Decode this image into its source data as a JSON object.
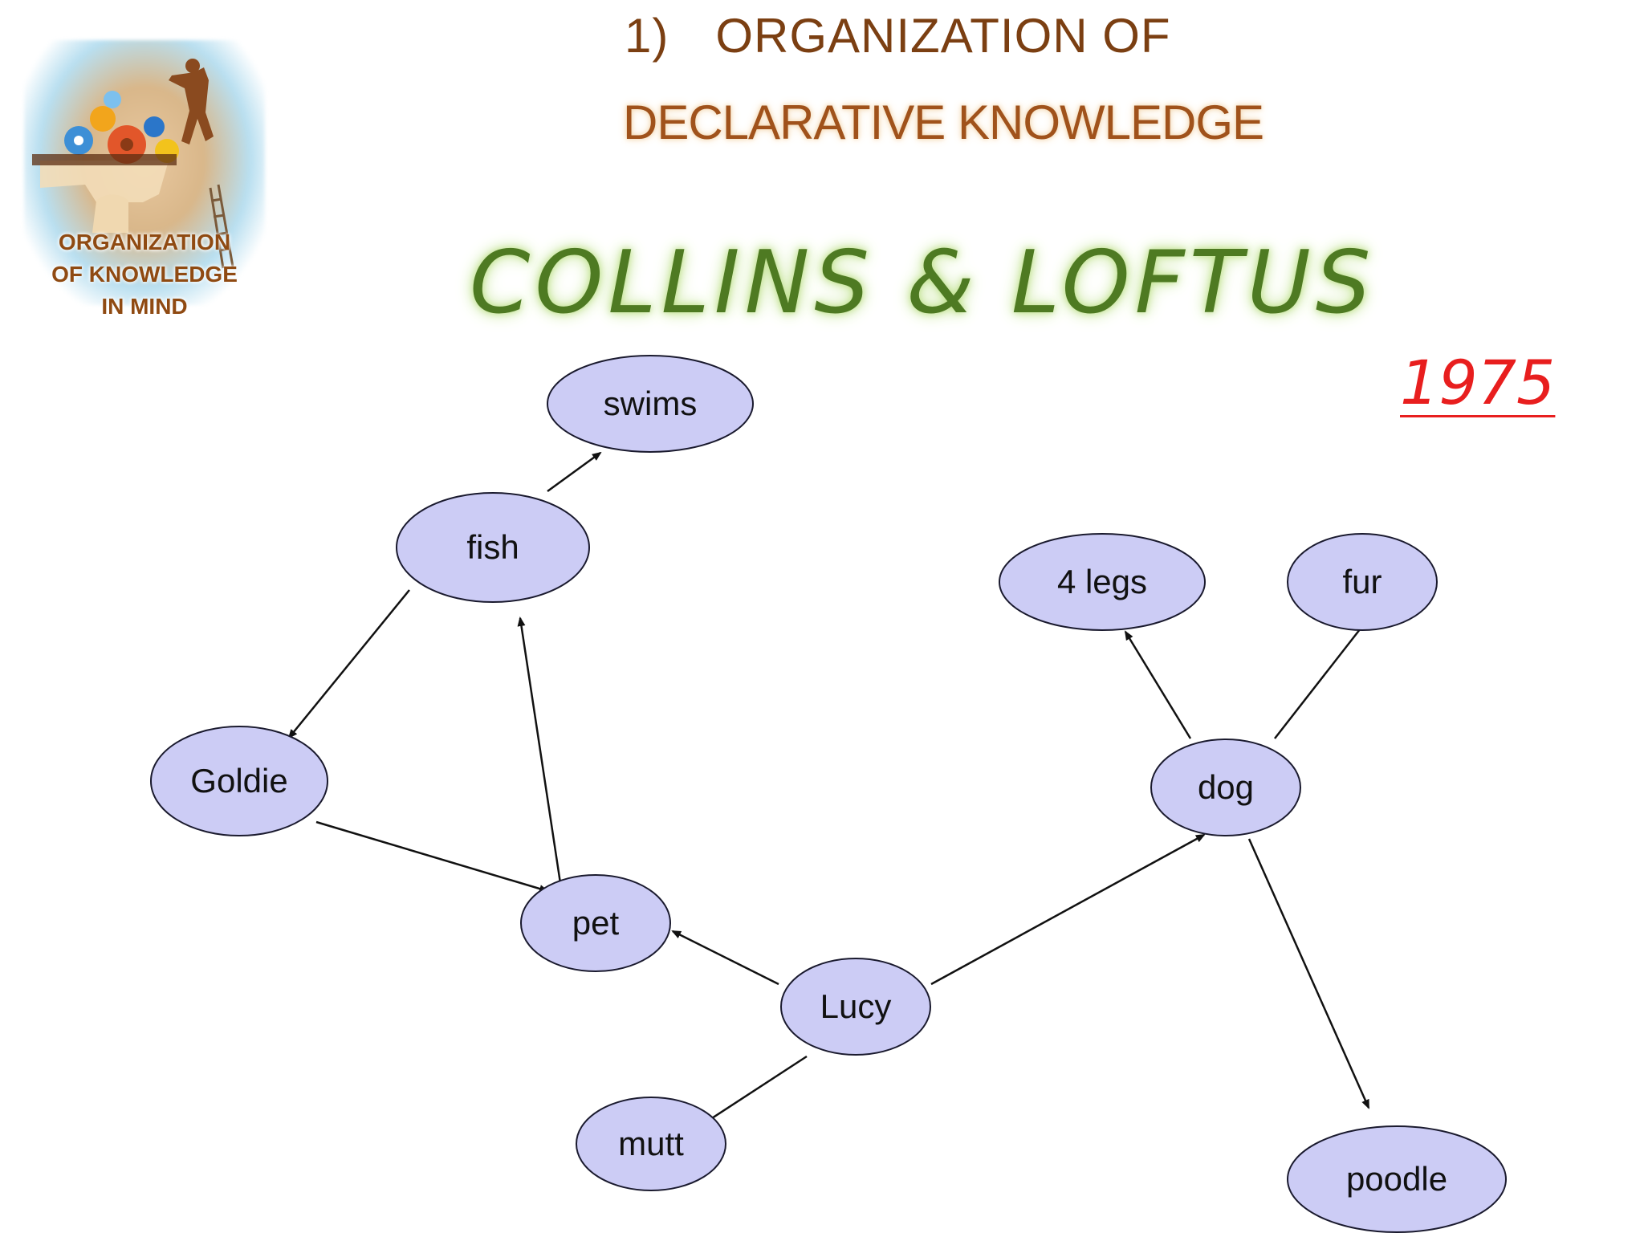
{
  "logo": {
    "lines": [
      "ORGANIZATION",
      "OF KNOWLEDGE",
      "IN MIND"
    ]
  },
  "header": {
    "number": "1)",
    "title_line1": "ORGANIZATION OF",
    "title_line2": "DECLARATIVE KNOWLEDGE"
  },
  "model_name": "COLLINS & LOFTUS",
  "year": "1975",
  "colors": {
    "node_fill": "#ccccf5",
    "node_stroke": "#1a1a2e",
    "edge": "#111111",
    "title_brown": "#7b3f12",
    "model_green": "#4e7a22",
    "year_red": "#e81e1e"
  },
  "nodes": [
    {
      "id": "swims",
      "label": "swims"
    },
    {
      "id": "fish",
      "label": "fish"
    },
    {
      "id": "goldie",
      "label": "Goldie"
    },
    {
      "id": "pet",
      "label": "pet"
    },
    {
      "id": "lucy",
      "label": "Lucy"
    },
    {
      "id": "mutt",
      "label": "mutt"
    },
    {
      "id": "dog",
      "label": "dog"
    },
    {
      "id": "legs",
      "label": "4 legs"
    },
    {
      "id": "fur",
      "label": "fur"
    },
    {
      "id": "poodle",
      "label": "poodle"
    }
  ],
  "edges": [
    {
      "from": "fish",
      "to": "swims"
    },
    {
      "from": "fish",
      "to": "goldie"
    },
    {
      "from": "pet",
      "to": "fish"
    },
    {
      "from": "goldie",
      "to": "pet"
    },
    {
      "from": "lucy",
      "to": "pet"
    },
    {
      "from": "lucy",
      "to": "mutt"
    },
    {
      "from": "lucy",
      "to": "dog"
    },
    {
      "from": "dog",
      "to": "legs"
    },
    {
      "from": "dog",
      "to": "fur"
    },
    {
      "from": "dog",
      "to": "poodle"
    }
  ]
}
